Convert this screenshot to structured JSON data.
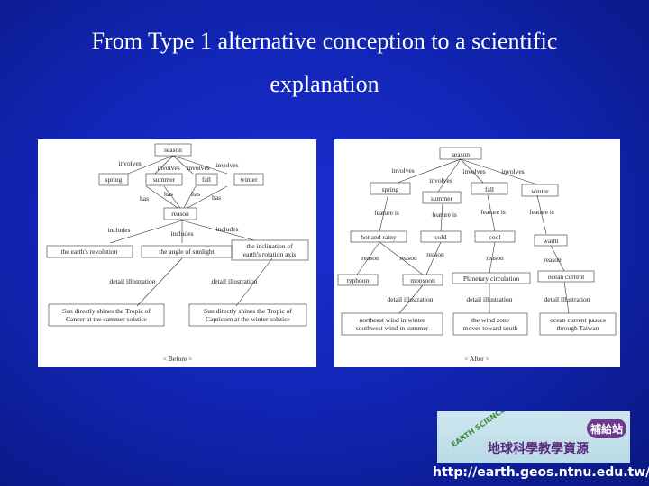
{
  "slide": {
    "title_line1": "From Type 1 alternative conception to a scientific",
    "title_line2": "explanation",
    "url": "http://earth.geos.ntnu.edu.tw/"
  },
  "before_map": {
    "caption": "< Before >",
    "season": "season",
    "involves_left": "involves",
    "involves_mid1": "involves",
    "involves_mid2": "involves",
    "involves_right": "involves",
    "spring": "spring",
    "summer": "summer",
    "fall": "fall",
    "winter": "winter",
    "has1": "has",
    "has2": "has",
    "has3": "has",
    "has4": "has",
    "reason": "reason",
    "includes1": "includes",
    "includes2": "includes",
    "includes3": "includes",
    "revolution": "the earth's revolution",
    "sunlight": "the angle of sunlight",
    "inclination1": "the inclination of",
    "inclination2": "earth's rotation axis",
    "detail1": "detail illustration",
    "detail2": "detail illustration",
    "sun1a": "Sun directly shines the Tropic of",
    "sun1b": "Cancer at the summer solstice",
    "sun2a": "Sun directly shines the Tropic of",
    "sun2b": "Capricorn at the winter solstice"
  },
  "after_map": {
    "caption": "< After >",
    "season": "season",
    "involves_left": "involves",
    "involves_mid1": "involves",
    "involves_mid2": "involves",
    "involves_right": "involves",
    "spring": "spring",
    "summer": "summer",
    "fall": "fall",
    "winter": "winter",
    "feature1": "feature is",
    "feature2": "feature is",
    "feature3": "feature is",
    "feature4": "feature is",
    "hot": "hot and rainy",
    "cold": "cold",
    "cool": "cool",
    "warm": "warm",
    "reason1": "reason",
    "reason2": "reason",
    "reason3": "reason",
    "reason4": "reason",
    "reason5": "reason",
    "typhoon": "typhoon",
    "monsoon": "monsoon",
    "planetary": "Planetary circulation",
    "ocean": "ocean current",
    "detail1": "detail illustration",
    "detail2": "detail illustration",
    "detail3": "detail illustration",
    "wind1": "northeast wind in winter",
    "wind2": "southwest wind in summer",
    "zone1": "the wind zone",
    "zone2": "moves toward south",
    "current1": "ocean current passes",
    "current2": "through Taiwan"
  },
  "logo": {
    "text_cn": "地球科學教學資源",
    "badge": "補給站",
    "arc_text": "EARTH SCIENCE"
  },
  "colors": {
    "background": "#1226b8",
    "logo_bg": "#b8dbe6",
    "badge": "#6a3a8c"
  }
}
